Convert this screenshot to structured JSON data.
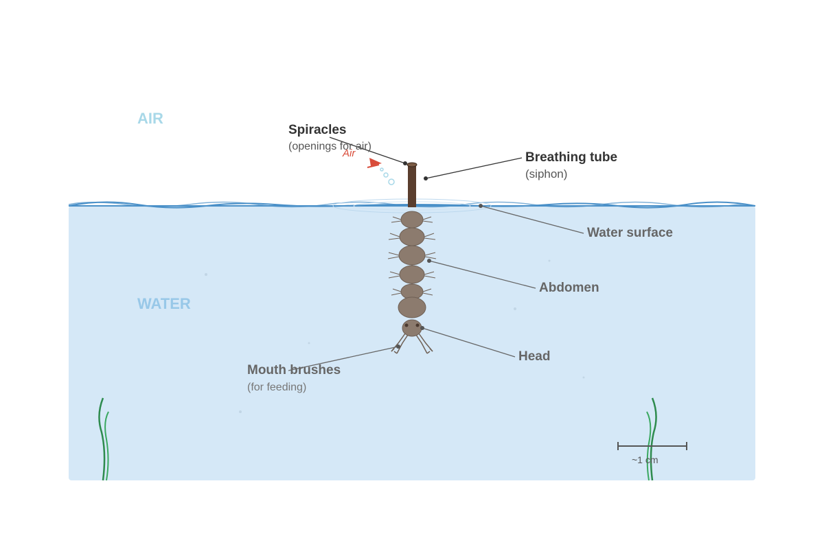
{
  "zones": {
    "air": "AIR",
    "water": "WATER"
  },
  "labels": {
    "spiracles": {
      "title": "Spiracles",
      "subtitle": "(openings for air)"
    },
    "breathing_tube": {
      "title": "Breathing tube",
      "subtitle": "(siphon)"
    },
    "water_surface": {
      "title": "Water surface"
    },
    "abdomen": {
      "title": "Abdomen"
    },
    "head": {
      "title": "Head"
    },
    "mouth_brushes": {
      "title": "Mouth brushes",
      "subtitle": "(for feeding)"
    },
    "air_flow": "Air"
  },
  "scale_bar": {
    "label": "~1 cm"
  },
  "colors": {
    "water": "#d5e8f7",
    "surface": "#4a90c8",
    "air_text": "#a8d8e8",
    "water_text": "#98c8e8",
    "larva_body": "#8c7b6e",
    "siphon": "#5a3e2e",
    "air_arrow": "#d94c3a",
    "plant": "#2e8b4e",
    "label_dark": "#333333",
    "label_mid": "#666666"
  },
  "icons": {
    "air_arrow": "arrow-icon",
    "bubbles": "bubbles-icon",
    "plant": "seaweed-icon"
  }
}
